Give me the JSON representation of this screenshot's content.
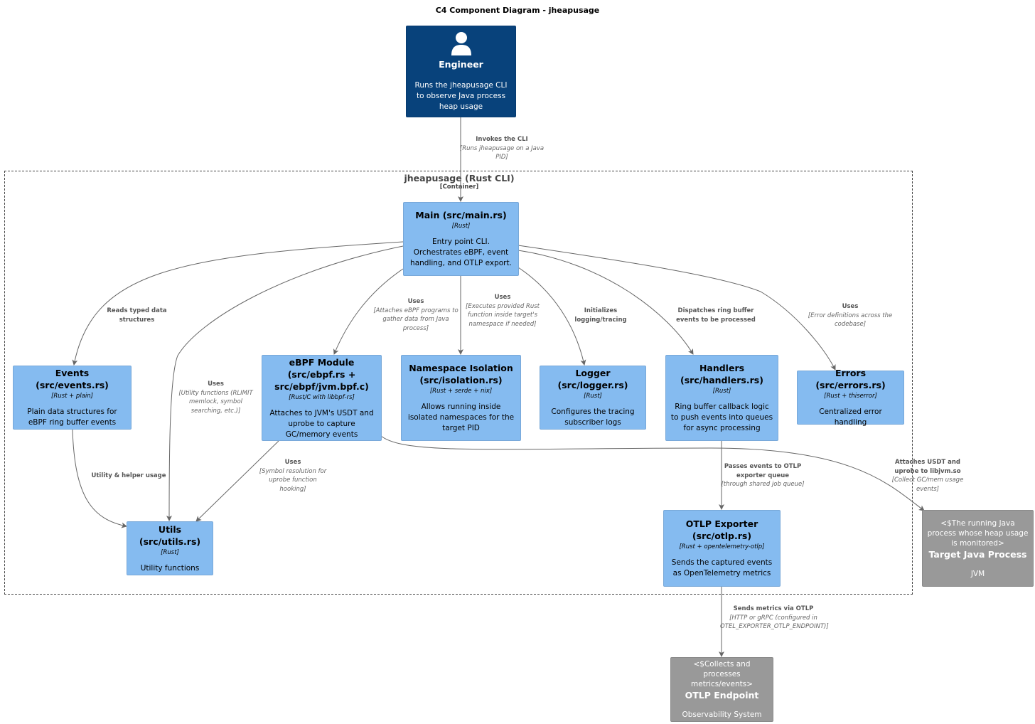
{
  "title": "C4 Component Diagram - jheapusage",
  "engineer": {
    "name": "Engineer",
    "desc": "Runs the jheapusage CLI to observe Java process heap usage",
    "icon": "person-icon"
  },
  "boundary": {
    "name": "jheapusage (Rust CLI)",
    "type": "[Container]"
  },
  "components": {
    "main": {
      "name": "Main (src/main.rs)",
      "tech": "[Rust]",
      "desc": "Entry point CLI. Orchestrates eBPF, event handling, and OTLP export."
    },
    "events": {
      "name": "Events (src/events.rs)",
      "tech": "[Rust + plain]",
      "desc": "Plain data structures for eBPF ring buffer events"
    },
    "ebpf": {
      "name": "eBPF Module (src/ebpf.rs + src/ebpf/jvm.bpf.c)",
      "tech": "[Rust/C with libbpf-rs]",
      "desc": "Attaches to JVM's USDT and uprobe to capture GC/memory events"
    },
    "isolation": {
      "name": "Namespace Isolation (src/isolation.rs)",
      "tech": "[Rust + serde + nix]",
      "desc": "Allows running inside isolated namespaces for the target PID"
    },
    "logger": {
      "name": "Logger (src/logger.rs)",
      "tech": "[Rust]",
      "desc": "Configures the tracing subscriber logs"
    },
    "handlers": {
      "name": "Handlers (src/handlers.rs)",
      "tech": "[Rust]",
      "desc": "Ring buffer callback logic to push events into queues for async processing"
    },
    "errors": {
      "name": "Errors (src/errors.rs)",
      "tech": "[Rust + thiserror]",
      "desc": "Centralized error handling"
    },
    "utils": {
      "name": "Utils (src/utils.rs)",
      "tech": "[Rust]",
      "desc": "Utility functions"
    },
    "otlp": {
      "name": "OTLP Exporter (src/otlp.rs)",
      "tech": "[Rust + opentelemetry-otlp]",
      "desc": "Sends the captured events as OpenTelemetry metrics"
    }
  },
  "externals": {
    "java": {
      "stereo": "<$The running Java process whose heap usage is monitored>",
      "name": "Target Java Process",
      "desc": "JVM"
    },
    "endpoint": {
      "stereo": "<$Collects and processes metrics/events>",
      "name": "OTLP Endpoint",
      "desc": "Observability System"
    }
  },
  "relations": {
    "invokes": {
      "label": "Invokes the CLI",
      "tech": "[Runs jheapusage on a Java PID]"
    },
    "reads": {
      "label": "Reads typed data structures",
      "tech": ""
    },
    "uses_utils": {
      "label": "Uses",
      "tech": "[Utility functions (RLIMIT memlock, symbol searching, etc.)]"
    },
    "uses_ebpf": {
      "label": "Uses",
      "tech": "[Attaches eBPF programs to gather data from Java process]"
    },
    "uses_iso": {
      "label": "Uses",
      "tech": "[Executes provided Rust function inside target's namespace if needed]"
    },
    "init_log": {
      "label": "Initializes logging/tracing",
      "tech": ""
    },
    "dispatch": {
      "label": "Dispatches ring buffer events to be processed",
      "tech": ""
    },
    "uses_err": {
      "label": "Uses",
      "tech": "[Error definitions across the codebase]"
    },
    "util_helper": {
      "label": "Utility & helper usage",
      "tech": ""
    },
    "ebpf_utils": {
      "label": "Uses",
      "tech": "[Symbol resolution for uprobe function hooking]"
    },
    "passes": {
      "label": "Passes events to OTLP exporter queue",
      "tech": "[through shared job queue]"
    },
    "attaches": {
      "label": "Attaches USDT and uprobe to libjvm.so",
      "tech": "[Collect GC/mem usage events]"
    },
    "sends": {
      "label": "Sends metrics via OTLP",
      "tech": "[HTTP or gRPC (configured in OTEL_EXPORTER_OTLP_ENDPOINT)]"
    }
  }
}
